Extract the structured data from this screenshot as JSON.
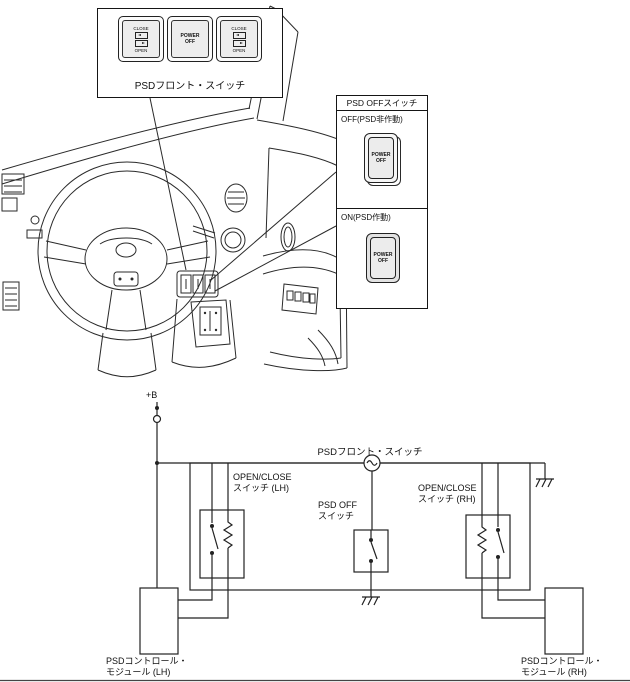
{
  "callouts": {
    "front_switch": {
      "label": "PSDフロント・スイッチ",
      "left_button": {
        "top": "CLOSE",
        "bottom": "OPEN"
      },
      "center_button": {
        "label": "POWER OFF"
      },
      "right_button": {
        "top": "CLOSE",
        "bottom": "OPEN"
      }
    },
    "off_switch": {
      "title": "PSD OFFスイッチ",
      "off_state": {
        "label": "OFF(PSD非作動)",
        "button": "POWER OFF"
      },
      "on_state": {
        "label": "ON(PSD作動)",
        "button": "POWER OFF"
      }
    }
  },
  "schematic": {
    "power": "+B",
    "front_switch_label": "PSDフロント・スイッチ",
    "open_close_lh": [
      "OPEN/CLOSE",
      "スイッチ (LH)"
    ],
    "psd_off_switch": [
      "PSD OFF",
      "スイッチ"
    ],
    "open_close_rh": [
      "OPEN/CLOSE",
      "スイッチ (RH)"
    ],
    "module_lh": [
      "PSDコントロール・",
      "モジュール (LH)"
    ],
    "module_rh": [
      "PSDコントロール・",
      "モジュール (RH)"
    ]
  },
  "colors": {
    "line": "#2a2a2a",
    "background": "#ffffff"
  }
}
